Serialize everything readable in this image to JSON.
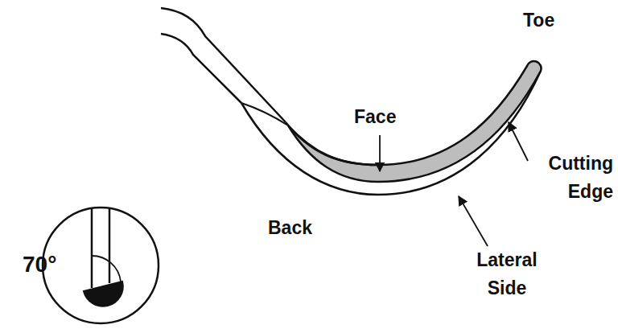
{
  "diagram": {
    "labels": [
      "Toe",
      "Face",
      "Cutting Edge",
      "Back",
      "Lateral Side",
      "70°"
    ]
  }
}
